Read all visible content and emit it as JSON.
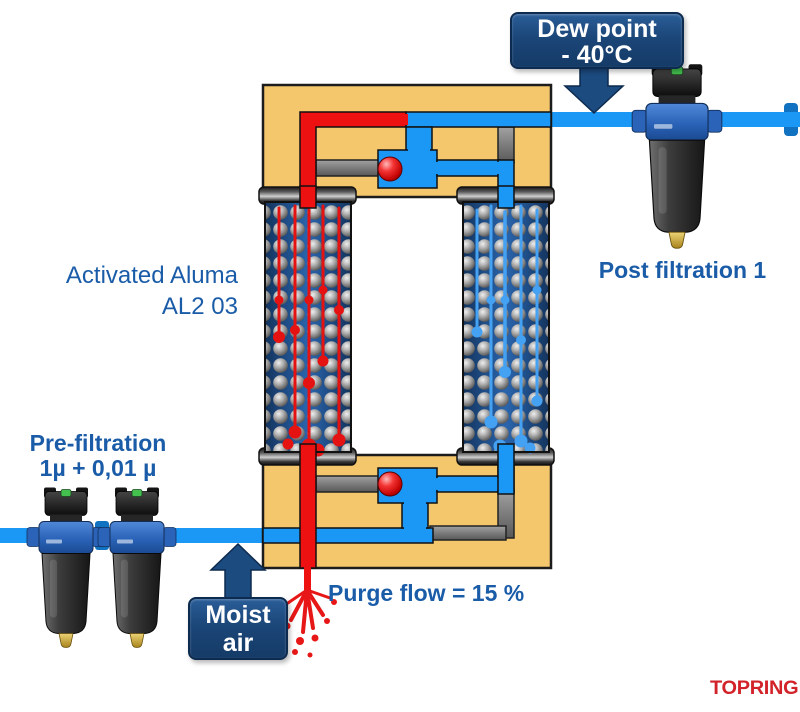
{
  "labels": {
    "dew_point_line1": "Dew point",
    "dew_point_line2": "- 40°C",
    "post_filtration": "Post filtration 1",
    "activated_line1": "Activated Aluma",
    "activated_line2": "AL2 03",
    "pre_line1": "Pre-filtration",
    "pre_line2": "1µ + 0,01 µ",
    "moist_line1": "Moist",
    "moist_line2": "air",
    "purge": "Purge flow = 15 %",
    "brand": "TOPRING"
  },
  "colors": {
    "pipe_blue": "#1b98f5",
    "pipe_red": "#ee1111",
    "manifold_tan": "#f5c76c",
    "inactive_gray": "#8a8a8a",
    "callout_navy": "#1c4b80",
    "label_blue": "#1a5ca8",
    "brand_red": "#d2232a"
  }
}
